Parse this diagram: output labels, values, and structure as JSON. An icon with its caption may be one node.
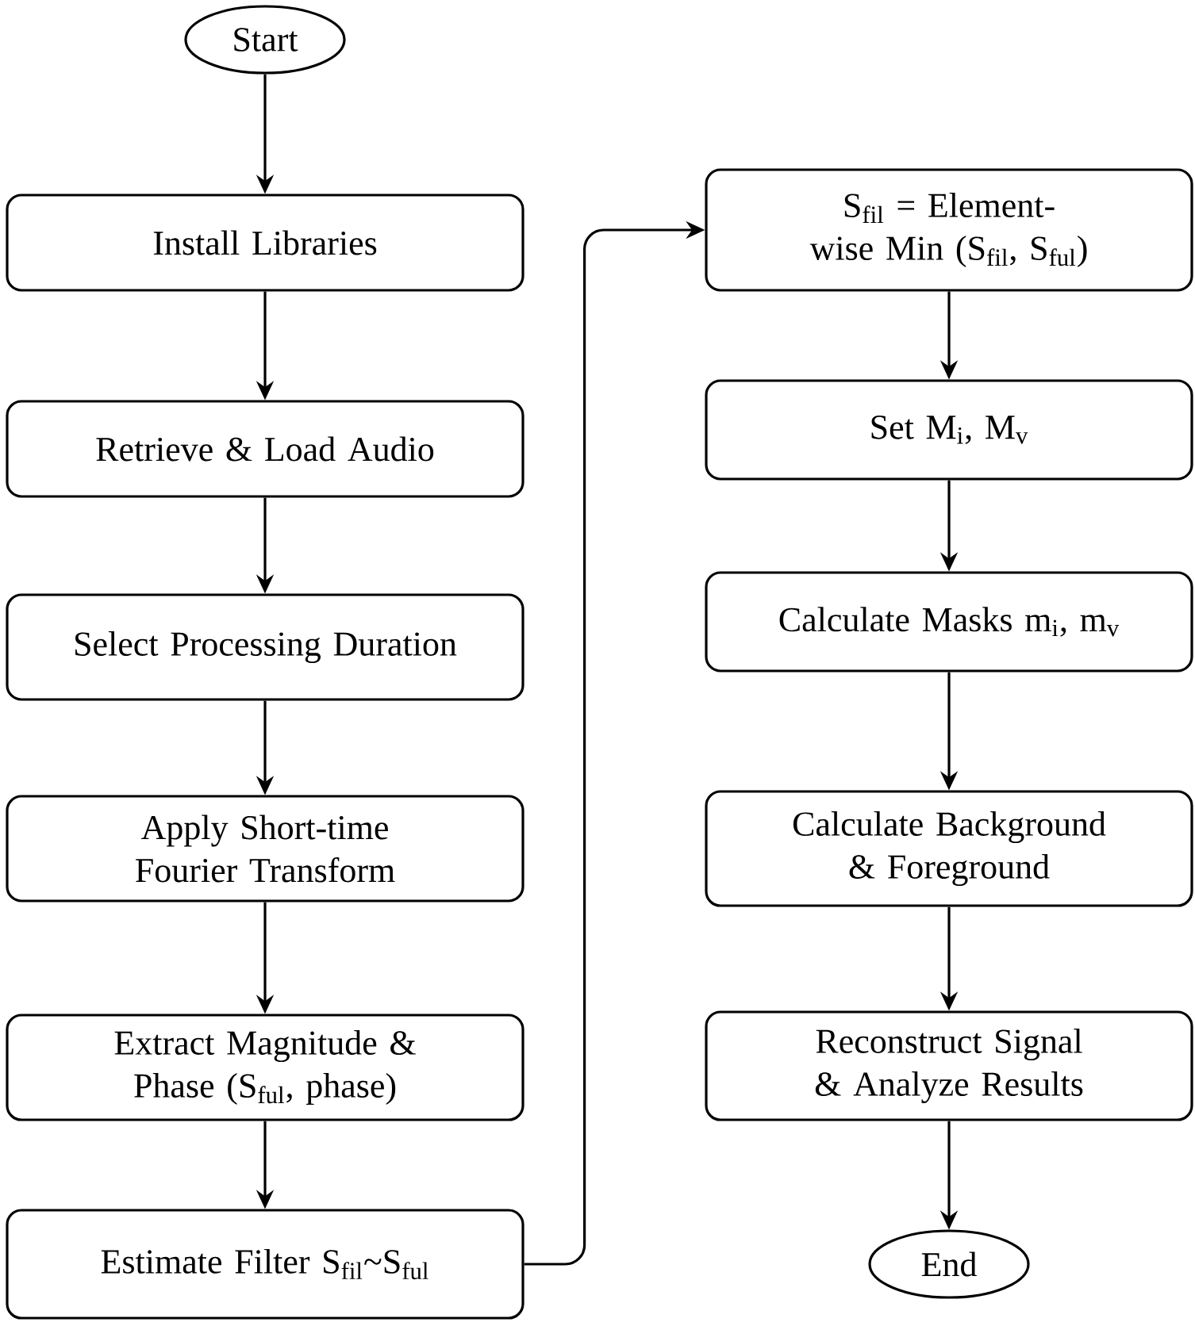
{
  "diagram": {
    "nodes": [
      {
        "text": [
          "Start"
        ]
      },
      {
        "text": [
          "Install Libraries"
        ]
      },
      {
        "text": [
          "Retrieve & Load Audio"
        ]
      },
      {
        "text": [
          "Select Processing Duration"
        ]
      },
      {
        "text": [
          "Apply Short-time Fourier Transform"
        ]
      },
      {
        "text": [
          "Extract Magnitude & Phase (S$_{ful}$, phase)"
        ]
      },
      {
        "text": [
          "Estimate Filter S$_{fil}$~S$_{ful}$"
        ]
      },
      {
        "text": [
          "S$_{fil}$ = Element-wise Min (S$_{fil}$, S$_{ful}$)"
        ]
      },
      {
        "text": [
          "Set M$_{i}$, M$_{v}$"
        ]
      },
      {
        "text": [
          "Calculate Masks m$_{i}$, m$_{v}$"
        ]
      },
      {
        "text": [
          "Calculate Background & Foreground"
        ]
      },
      {
        "text": [
          "Reconstruct Signal & Analyze Results"
        ]
      },
      {
        "text": [
          "End"
        ]
      }
    ],
    "edges": [
      {
        "from": 0,
        "to": 1,
        "arrow": "to"
      },
      {
        "from": 1,
        "to": 2,
        "arrow": "to"
      },
      {
        "from": 2,
        "to": 3,
        "arrow": "to"
      },
      {
        "from": 3,
        "to": 4,
        "arrow": "to"
      },
      {
        "from": 4,
        "to": 5,
        "arrow": "to"
      },
      {
        "from": 5,
        "to": 6,
        "arrow": "to"
      },
      {
        "from": 6,
        "to": 7,
        "arrow": "to"
      },
      {
        "from": 7,
        "to": 8,
        "arrow": "to"
      },
      {
        "from": 8,
        "to": 9,
        "arrow": "to"
      },
      {
        "from": 9,
        "to": 10,
        "arrow": "to"
      },
      {
        "from": 10,
        "to": 11,
        "arrow": "to"
      },
      {
        "from": 11,
        "to": 12,
        "arrow": "to"
      }
    ]
  }
}
